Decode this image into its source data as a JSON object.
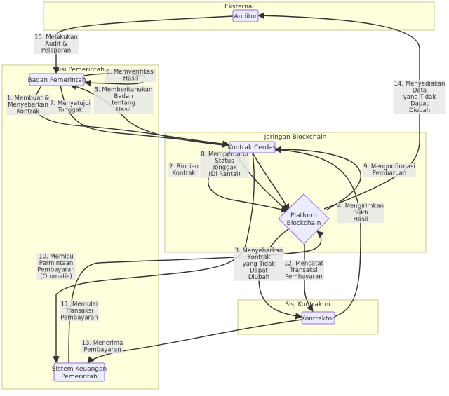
{
  "clusters": {
    "external": "Eksternal",
    "government": "Sisi Pemerintah",
    "blockchain": "Jaringan Blockchain",
    "contractor": "Sisi Kontraktor"
  },
  "nodes": {
    "auditor": "Auditor",
    "gov_agency": "Badan Pemerintah",
    "smart_contract": "Kontrak Cerdas",
    "platform": [
      "Platform",
      "Blockchain"
    ],
    "contractor": "Kontraktor",
    "finance": [
      "Sistem Keuangan",
      "Pemerintah"
    ]
  },
  "edge_labels": {
    "e1": [
      "1. Membuat &",
      "Menyebarkan",
      "Kontrak"
    ],
    "e2": [
      "2. Rincian",
      "Kontrak"
    ],
    "e3": [
      "3. Menyebarkan",
      "Kontrak",
      "yang Tidak",
      "Dapat",
      "Diubah"
    ],
    "e4": [
      "4. Mengirimkan",
      "Bukti",
      "Hasil"
    ],
    "e5": [
      "5. Memberitahukan",
      "Badan",
      "tentang",
      "Hasil"
    ],
    "e6": [
      "6. Memverifikasi",
      "Hasil"
    ],
    "e7": [
      "7. Menyetujui",
      "Tonggak"
    ],
    "e8": [
      "8. Memperbarui",
      "Status",
      "Tonggak",
      "(Di Rantai)"
    ],
    "e9": [
      "9. Mengonfirmasi",
      "Pembaruan"
    ],
    "e10": [
      "10. Memicu",
      "Permintaan",
      "Pembayaran",
      "(Otomatis)"
    ],
    "e11": [
      "11. Memulai",
      "Transaksi",
      "Pembayaran"
    ],
    "e12": [
      "12. Mencatat",
      "Transaksi",
      "Pembayaran"
    ],
    "e13": [
      "13. Menerima",
      "Pembayaran"
    ],
    "e14": [
      "14. Menyediakan",
      "Data",
      "yang Tidak",
      "Dapat",
      "Diubah"
    ],
    "e15": [
      "15. Melakukan",
      "Audit &",
      "Pelaporan"
    ]
  }
}
